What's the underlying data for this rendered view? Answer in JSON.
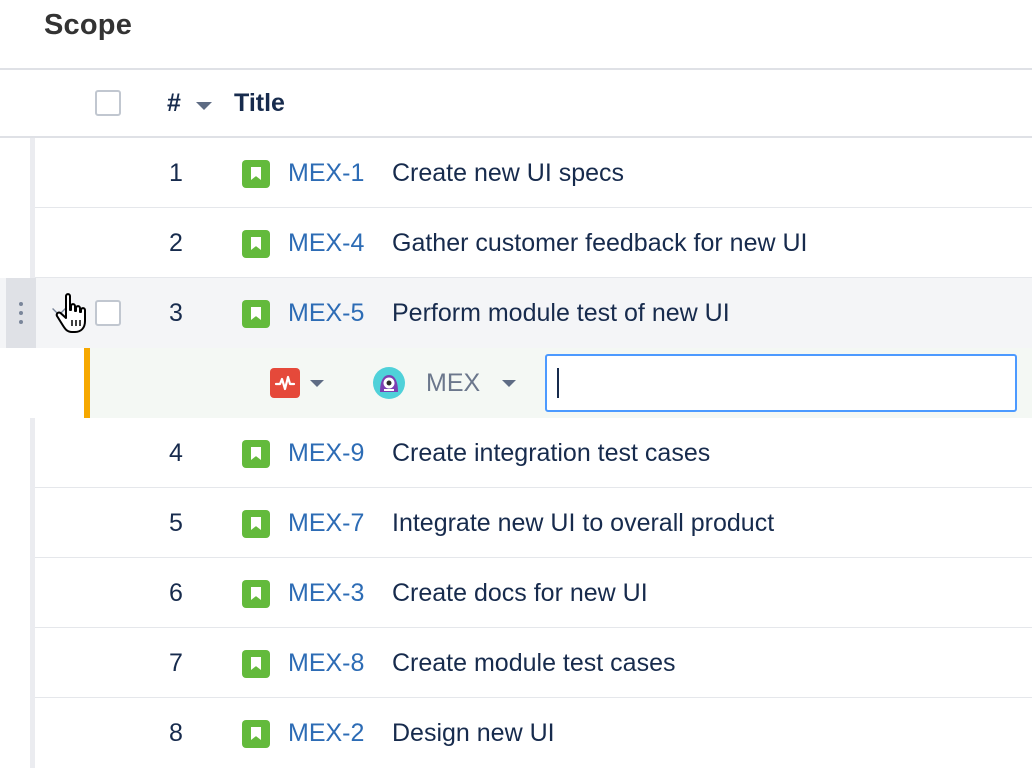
{
  "page": {
    "title": "Scope"
  },
  "table": {
    "columns": {
      "number": "#",
      "title": "Title"
    },
    "rows_before": [
      {
        "number": "1",
        "key": "MEX-1",
        "summary": "Create new UI specs"
      },
      {
        "number": "2",
        "key": "MEX-4",
        "summary": "Gather customer feedback for new UI"
      }
    ],
    "hover_row": {
      "number": "3",
      "key": "MEX-5",
      "summary": "Perform module test of new UI"
    },
    "create_row": {
      "project_key": "MEX",
      "summary_value": ""
    },
    "rows_after": [
      {
        "number": "4",
        "key": "MEX-9",
        "summary": "Create integration test cases"
      },
      {
        "number": "5",
        "key": "MEX-7",
        "summary": "Integrate new UI to overall product"
      },
      {
        "number": "6",
        "key": "MEX-3",
        "summary": "Create docs for new UI"
      },
      {
        "number": "7",
        "key": "MEX-8",
        "summary": "Create module test cases"
      },
      {
        "number": "8",
        "key": "MEX-2",
        "summary": "Design new UI"
      }
    ]
  },
  "colors": {
    "story_icon": "#63ba3c",
    "issue_key_link": "#2d6cb5",
    "type_icon": "#e5493a",
    "create_accent": "#f6a800",
    "input_focus": "#4c9aff"
  },
  "icons": {
    "story": "bookmark-icon",
    "issue_type": "pulse-icon",
    "project": "monster-avatar-icon"
  }
}
